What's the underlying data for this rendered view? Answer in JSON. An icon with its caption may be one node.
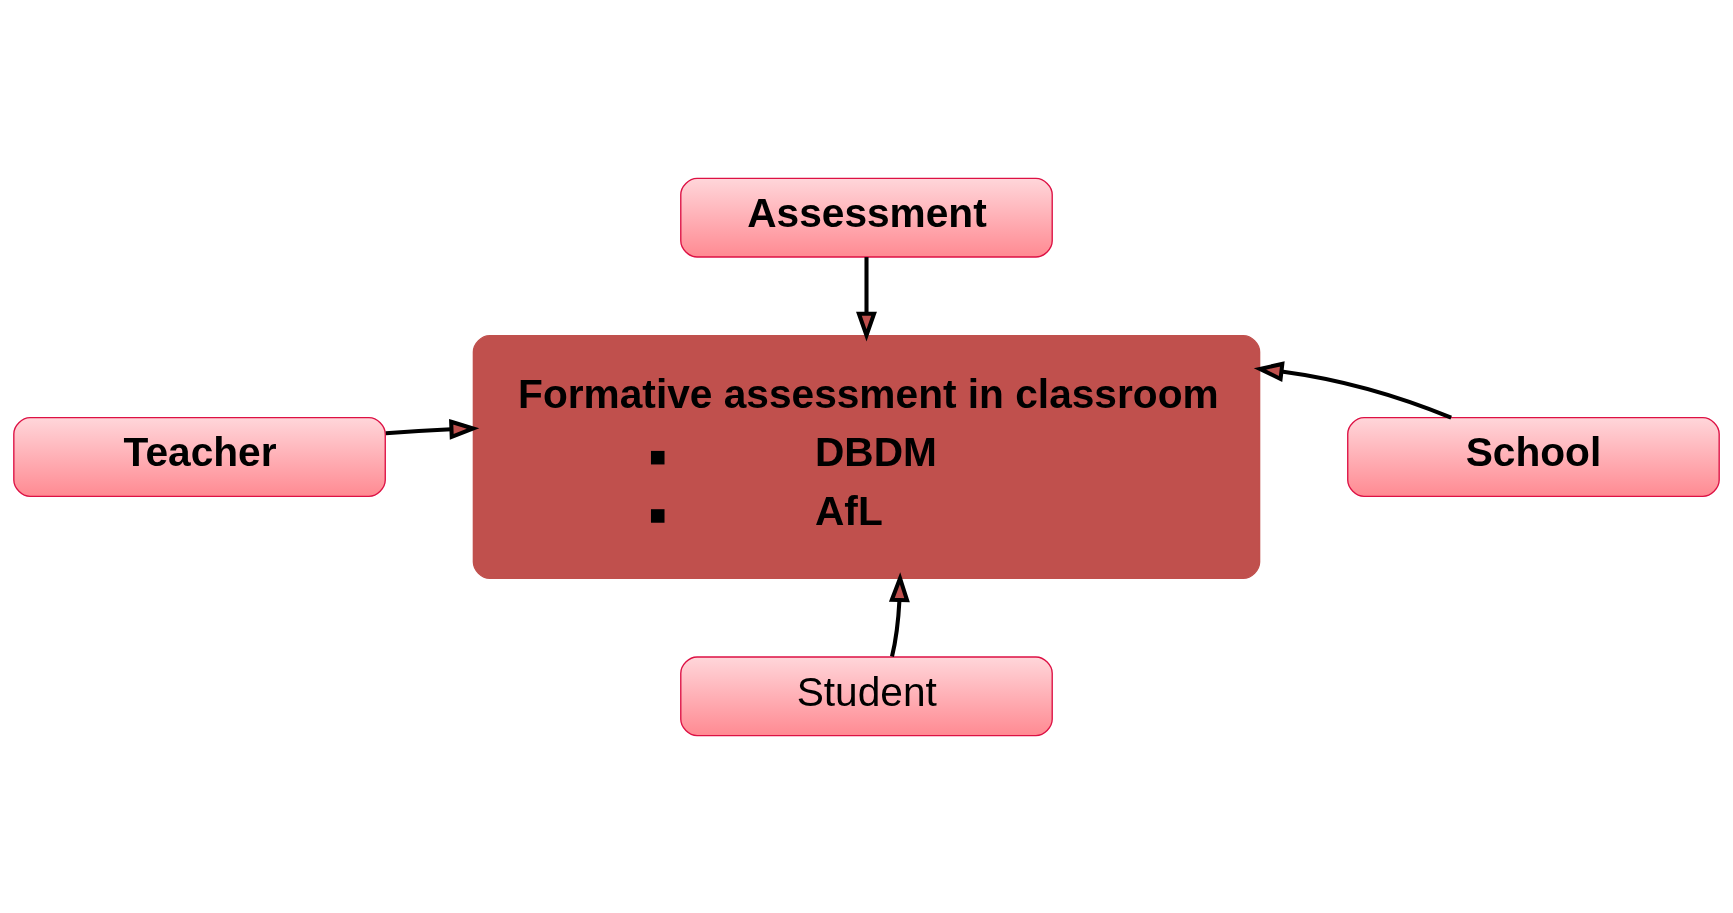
{
  "diagram": {
    "nodes": [
      {
        "text": [
          "Assessment"
        ]
      },
      {
        "text": [
          "Teacher"
        ]
      },
      {
        "text": [
          "Formative assessment in classroom",
          "DBDM",
          "AfL"
        ]
      },
      {
        "text": [
          "School"
        ]
      },
      {
        "text": [
          "Student"
        ]
      }
    ],
    "edges": [
      {
        "from": 0,
        "to": 2,
        "arrow": "to"
      },
      {
        "from": 1,
        "to": 2,
        "arrow": "to"
      },
      {
        "from": 3,
        "to": 2,
        "arrow": "to"
      },
      {
        "from": 4,
        "to": 2,
        "arrow": "to"
      }
    ]
  }
}
